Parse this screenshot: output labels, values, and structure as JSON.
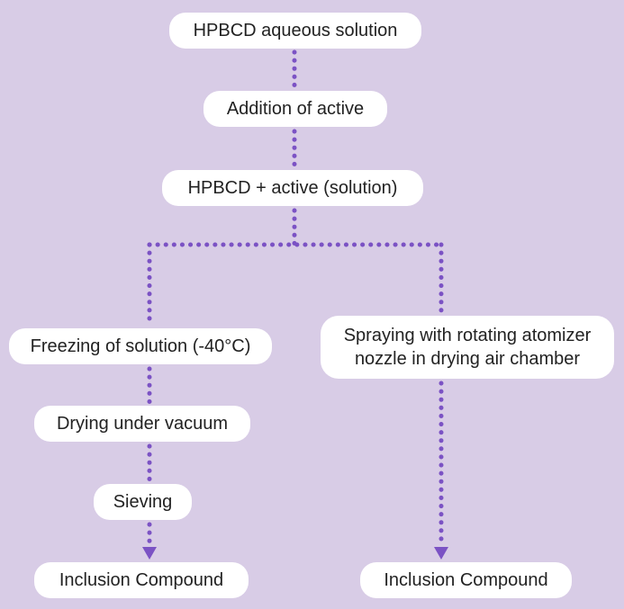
{
  "nodes": {
    "hpbcd": "HPBCD aqueous solution",
    "addition": "Addition of active",
    "mix": "HPBCD + active (solution)",
    "freeze": "Freezing of solution (-40°C)",
    "drying": "Drying under vacuum",
    "sieving": "Sieving",
    "inclusion_left": "Inclusion Compound",
    "spray_line1": "Spraying with rotating atomizer",
    "spray_line2": "nozzle in drying air chamber",
    "inclusion_right": "Inclusion Compound"
  },
  "colors": {
    "background": "#d8cce6",
    "box": "#ffffff",
    "connector": "#7b52c4",
    "text": "#222222"
  }
}
